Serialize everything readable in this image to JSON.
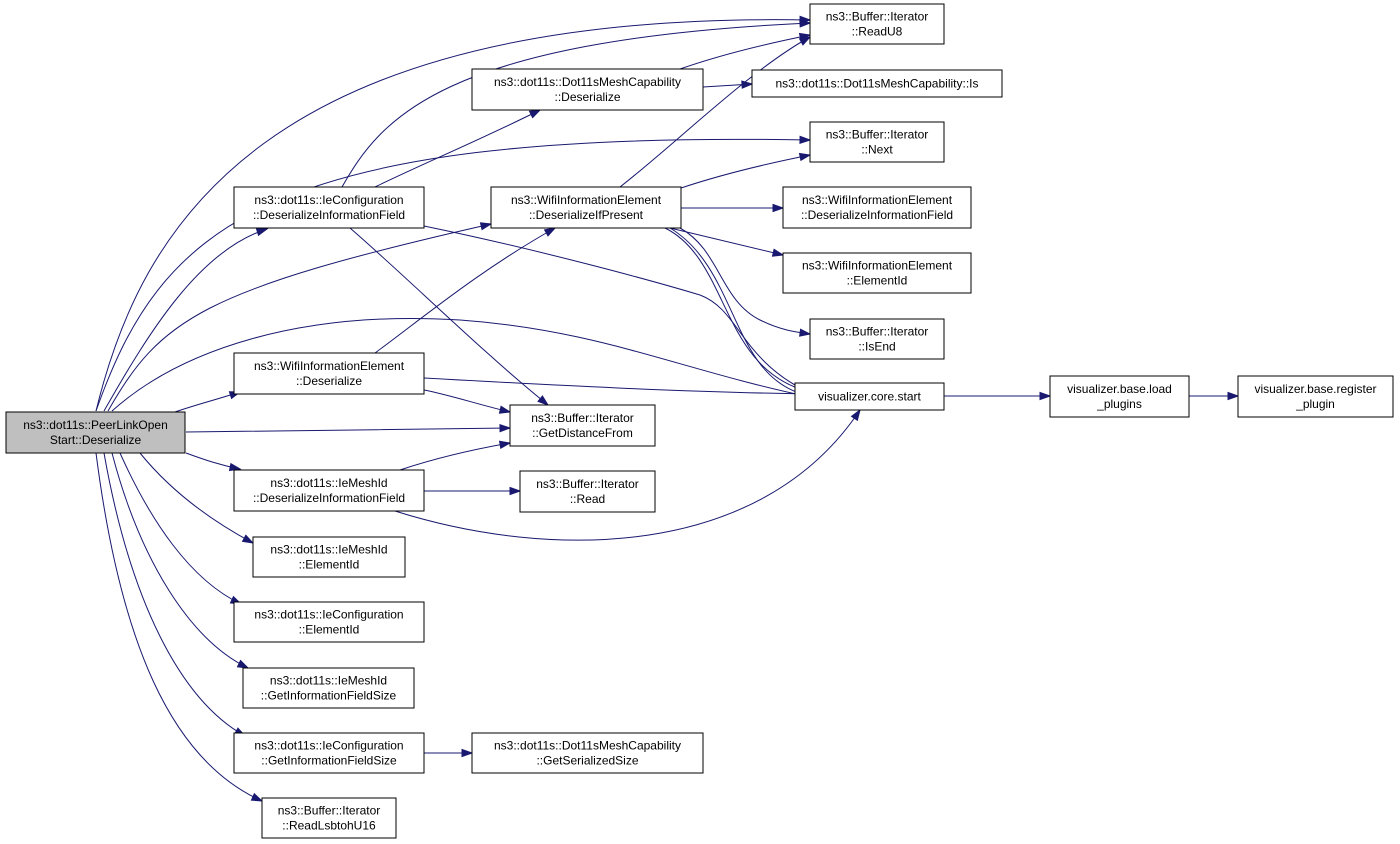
{
  "diagram": {
    "type": "call-graph",
    "edge_color": "#191970",
    "root_fill": "#bfbfbf",
    "nodes": [
      {
        "id": "root",
        "lines": [
          "ns3::dot11s::PeerLinkOpen",
          "Start::Deserialize"
        ],
        "root": true
      },
      {
        "id": "iecfg_dif",
        "lines": [
          "ns3::dot11s::IeConfiguration",
          "::DeserializeInformationField"
        ]
      },
      {
        "id": "wie_des",
        "lines": [
          "ns3::WifiInformationElement",
          "::Deserialize"
        ]
      },
      {
        "id": "iemesh_dif",
        "lines": [
          "ns3::dot11s::IeMeshId",
          "::DeserializeInformationField"
        ]
      },
      {
        "id": "iemesh_eid",
        "lines": [
          "ns3::dot11s::IeMeshId",
          "::ElementId"
        ]
      },
      {
        "id": "iecfg_eid",
        "lines": [
          "ns3::dot11s::IeConfiguration",
          "::ElementId"
        ]
      },
      {
        "id": "iemesh_gifs",
        "lines": [
          "ns3::dot11s::IeMeshId",
          "::GetInformationFieldSize"
        ]
      },
      {
        "id": "iecfg_gifs",
        "lines": [
          "ns3::dot11s::IeConfiguration",
          "::GetInformationFieldSize"
        ]
      },
      {
        "id": "readlsb",
        "lines": [
          "ns3::Buffer::Iterator",
          "::ReadLsbtohU16"
        ]
      },
      {
        "id": "meshcap_des",
        "lines": [
          "ns3::dot11s::Dot11sMeshCapability",
          "::Deserialize"
        ]
      },
      {
        "id": "wie_dip",
        "lines": [
          "ns3::WifiInformationElement",
          "::DeserializeIfPresent"
        ]
      },
      {
        "id": "getdist",
        "lines": [
          "ns3::Buffer::Iterator",
          "::GetDistanceFrom"
        ]
      },
      {
        "id": "read",
        "lines": [
          "ns3::Buffer::Iterator",
          "::Read"
        ]
      },
      {
        "id": "meshcap_gss",
        "lines": [
          "ns3::dot11s::Dot11sMeshCapability",
          "::GetSerializedSize"
        ]
      },
      {
        "id": "readu8",
        "lines": [
          "ns3::Buffer::Iterator",
          "::ReadU8"
        ]
      },
      {
        "id": "meshcap_is",
        "lines": [
          "ns3::dot11s::Dot11sMeshCapability::Is"
        ]
      },
      {
        "id": "next",
        "lines": [
          "ns3::Buffer::Iterator",
          "::Next"
        ]
      },
      {
        "id": "wie_dif",
        "lines": [
          "ns3::WifiInformationElement",
          "::DeserializeInformationField"
        ]
      },
      {
        "id": "wie_eid",
        "lines": [
          "ns3::WifiInformationElement",
          "::ElementId"
        ]
      },
      {
        "id": "isend",
        "lines": [
          "ns3::Buffer::Iterator",
          "::IsEnd"
        ]
      },
      {
        "id": "viz_start",
        "lines": [
          "visualizer.core.start"
        ]
      },
      {
        "id": "viz_load",
        "lines": [
          "visualizer.base.load",
          "_plugins"
        ]
      },
      {
        "id": "viz_reg",
        "lines": [
          "visualizer.base.register",
          "_plugin"
        ]
      }
    ]
  }
}
